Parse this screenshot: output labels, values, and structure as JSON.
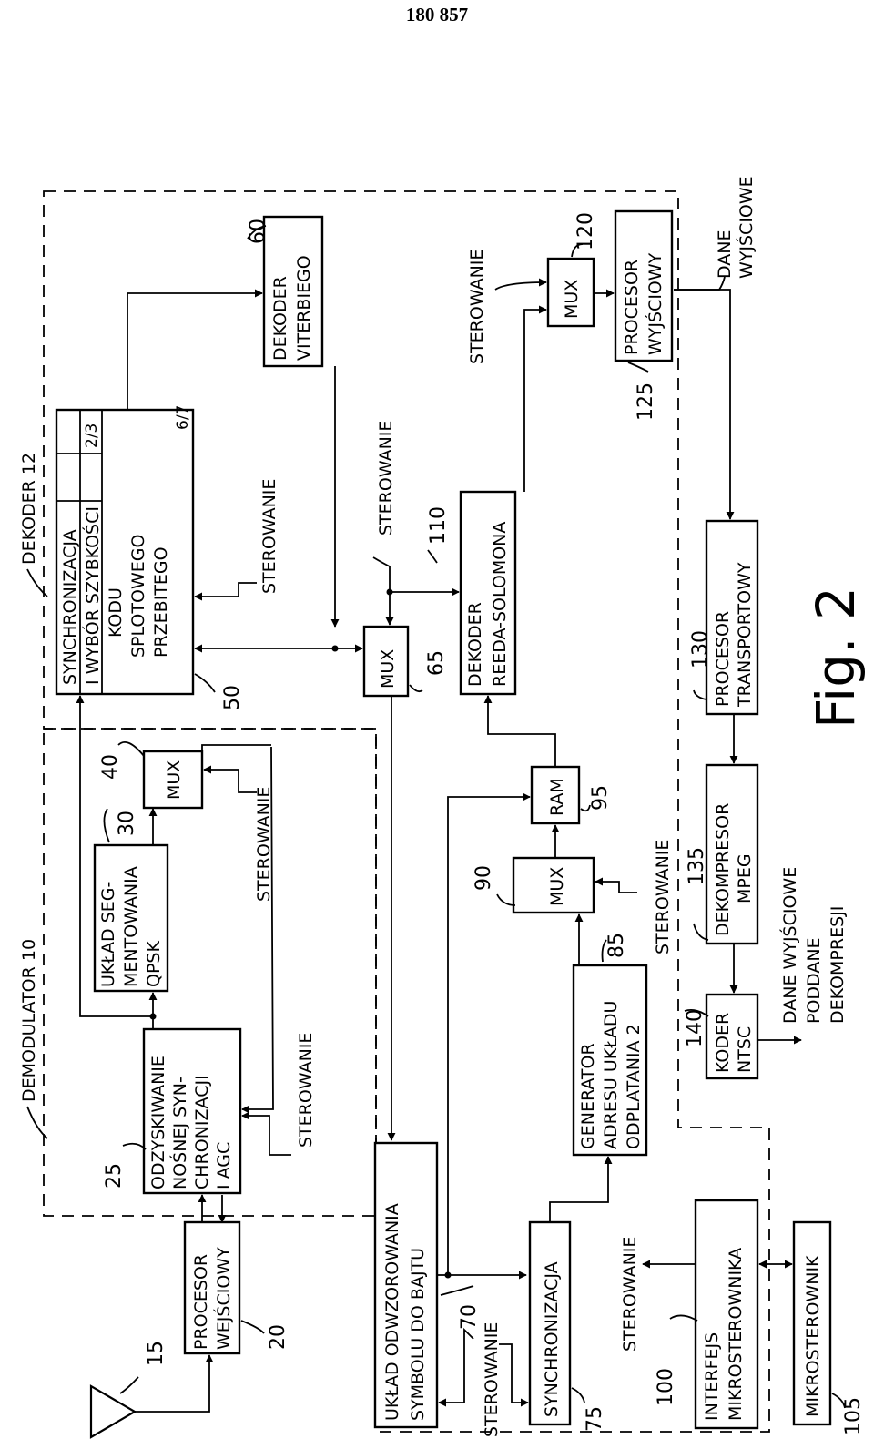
{
  "page": {
    "number": "180 857"
  },
  "figure_label": "Fig. 2",
  "regions": {
    "demodulator": "DEMODULATOR  10",
    "decoder": "DEKODER  12"
  },
  "blocks": {
    "input_processor": {
      "line1": "PROCESOR",
      "line2": "WEJŚCIOWY",
      "ref": "20"
    },
    "carrier_recovery": {
      "line1": "ODZYSKIWANIE",
      "line2": "NOŚNEJ SYN-",
      "line3": "CHRONIZACJI",
      "line4": "I  AGC",
      "ref": "25"
    },
    "qpsk_slicer": {
      "line1": "UKŁAD SEG-",
      "line2": "MENTOWANIA",
      "line3": "QPSK",
      "ref": "30"
    },
    "mux_40": {
      "label": "MUX",
      "ref": "40"
    },
    "code_rate_sync": {
      "line1": "SYNCHRONIZACJA",
      "line2": "I WYBÓR SZYBKOŚCI",
      "line3": "KODU",
      "line4": "SPLOTOWEGO",
      "line5": "PRZEBITEGO",
      "rate1": "2/3",
      "rate2": "6/7",
      "ref": "50"
    },
    "viterbi_decoder": {
      "line1": "DEKODER",
      "line2": "VITERBIEGO",
      "ref": "60"
    },
    "mux_65": {
      "label": "MUX",
      "ref": "65"
    },
    "symbol_byte_mapper": {
      "line1": "UKŁAD ODWZOROWANIA",
      "line2": "SYMBOLU DO BAJTU",
      "ref": "70"
    },
    "synchronization": {
      "label": "SYNCHRONIZACJA",
      "ref": "75"
    },
    "deinterleaver_addr": {
      "line1": "GENERATOR",
      "line2": "ADRESU UKŁADU",
      "line3": "ODPLATANIA  2",
      "ref": "85"
    },
    "mux_90": {
      "label": "MUX",
      "ref": "90"
    },
    "ram": {
      "label": "RAM",
      "ref": "95"
    },
    "microcontroller_interface": {
      "line1": "INTERFEJS",
      "line2": "MIKROSTEROWNIKA",
      "ref": "100"
    },
    "microcontroller": {
      "label": "MIKROSTEROWNIK",
      "ref": "105"
    },
    "reed_solomon": {
      "line1": "DEKODER",
      "line2": "REEDA-SOLOMONA",
      "ref": "110"
    },
    "mux_120": {
      "label": "MUX",
      "ref": "120"
    },
    "output_processor": {
      "line1": "PROCESOR",
      "line2": "WYJŚCIOWY",
      "ref": "125"
    },
    "transport_processor": {
      "line1": "PROCESOR",
      "line2": "TRANSPORTOWY",
      "ref": "130"
    },
    "mpeg_decompressor": {
      "line1": "DEKOMPRESOR",
      "line2": "MPEG",
      "ref": "135"
    },
    "ntsc_encoder": {
      "line1": "KODER",
      "line2": "NTSC",
      "ref": "140"
    }
  },
  "antenna_ref": "15",
  "control_label": "STEROWANIE",
  "output_data": {
    "line1": "DANE",
    "line2": "WYJŚCIOWE"
  },
  "decompressed_output": {
    "line1": "DANE  WYJŚCIOWE",
    "line2": "PODDANE",
    "line3": "DEKOMPRESJI"
  }
}
